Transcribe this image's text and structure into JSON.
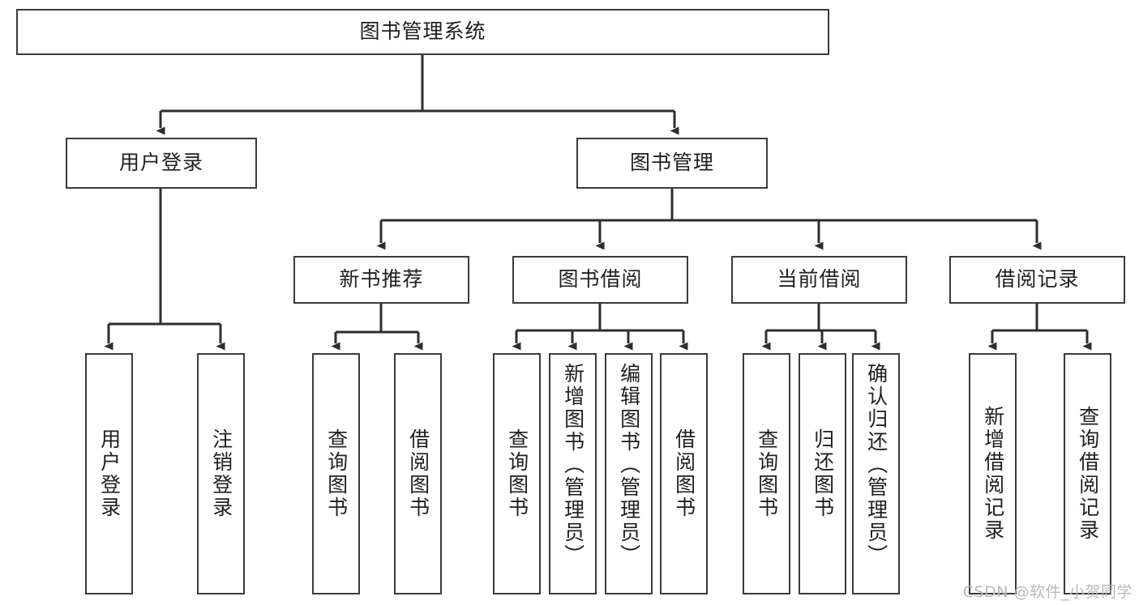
{
  "diagram": {
    "type": "tree",
    "title": "图书管理系统",
    "watermark": "CSDN @软件_小贺同学",
    "colors": {
      "box_border": "#3b3b3b",
      "box_fill": "#ffffff",
      "connector": "#2e2e2e",
      "text": "#1f1f1f",
      "watermark": "#b9b9b9"
    },
    "nodes": {
      "root": {
        "label": "图书管理系统"
      },
      "level2": [
        {
          "id": "user-login",
          "label": "用户登录"
        },
        {
          "id": "book-manage",
          "label": "图书管理"
        }
      ],
      "level3": [
        {
          "id": "new-book-recommend",
          "label": "新书推荐"
        },
        {
          "id": "book-borrow",
          "label": "图书借阅"
        },
        {
          "id": "current-borrow",
          "label": "当前借阅"
        },
        {
          "id": "borrow-record",
          "label": "借阅记录"
        }
      ],
      "leaves": {
        "user-login": [
          {
            "id": "leaf-user-login",
            "label": "用户登录"
          },
          {
            "id": "leaf-logout-login",
            "label": "注销登录"
          }
        ],
        "new-book-recommend": [
          {
            "id": "leaf-query-book-1",
            "label": "查询图书"
          },
          {
            "id": "leaf-borrow-book-1",
            "label": "借阅图书"
          }
        ],
        "book-borrow": [
          {
            "id": "leaf-query-book-2",
            "label": "查询图书"
          },
          {
            "id": "leaf-add-book",
            "label": "新增图书（管理员）"
          },
          {
            "id": "leaf-edit-book",
            "label": "编辑图书（管理员）"
          },
          {
            "id": "leaf-borrow-book-2",
            "label": "借阅图书"
          }
        ],
        "current-borrow": [
          {
            "id": "leaf-query-book-3",
            "label": "查询图书"
          },
          {
            "id": "leaf-return-book",
            "label": "归还图书"
          },
          {
            "id": "leaf-confirm-return",
            "label": "确认归还（管理员）"
          }
        ],
        "borrow-record": [
          {
            "id": "leaf-add-record",
            "label": "新增借阅记录"
          },
          {
            "id": "leaf-query-record",
            "label": "查询借阅记录"
          }
        ]
      }
    }
  }
}
